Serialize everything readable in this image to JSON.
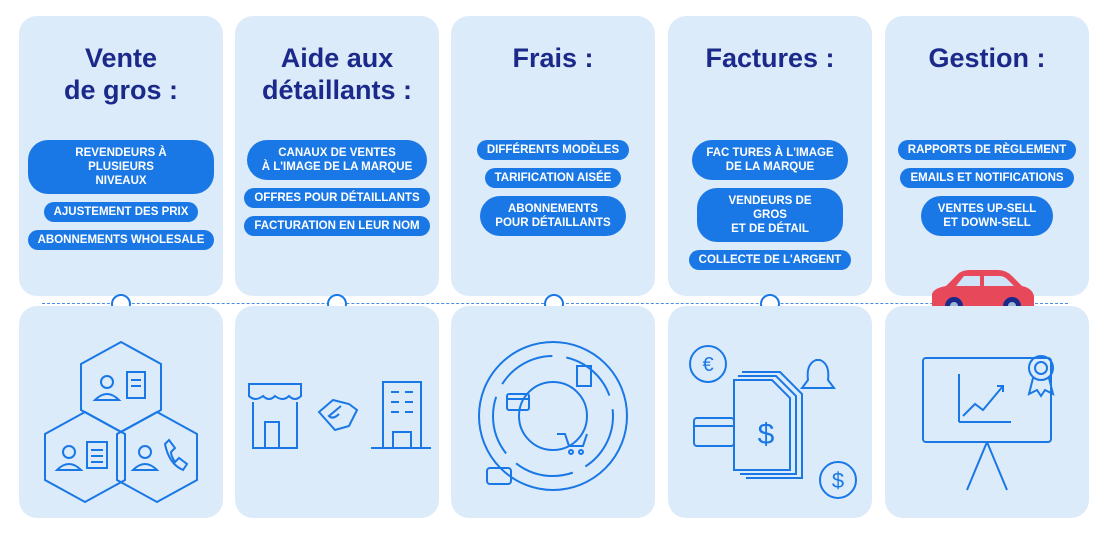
{
  "columns": [
    {
      "title": "Vente\nde gros :",
      "items": [
        "Revendeurs à plusieurs\nniveaux",
        "Ajustement des prix",
        "Abonnements wholesale"
      ]
    },
    {
      "title": "Aide aux\ndétaillants :",
      "items": [
        "Canaux de ventes\nà l'image de la marque",
        "Offres pour détaillants",
        "Facturation en leur nom"
      ]
    },
    {
      "title": "Frais :",
      "items": [
        "Différents modèles",
        "Tarification aisée",
        "Abonnements\npour détaillants"
      ]
    },
    {
      "title": "Factures :",
      "items": [
        "Fac  tures à l'image\nde la marque",
        "Vendeurs de gros\net de détail",
        "Collecte de l'argent"
      ]
    },
    {
      "title": "Gestion :",
      "items": [
        "Rapports de règlement",
        "Emails et notifications",
        "Ventes up-sell\net down-sell"
      ]
    }
  ],
  "colors": {
    "panel": "#dcebfa",
    "accent": "#1a78e6",
    "title": "#1b2a8a",
    "car": "#e8495a"
  },
  "icons": {
    "col1": "hexagon-network-icon",
    "col2": "store-handshake-building-icon",
    "col3": "payment-cycle-cart-icon",
    "col4": "invoice-money-icon",
    "col5": "presentation-chart-award-icon",
    "timeline_marker": "car-icon"
  }
}
